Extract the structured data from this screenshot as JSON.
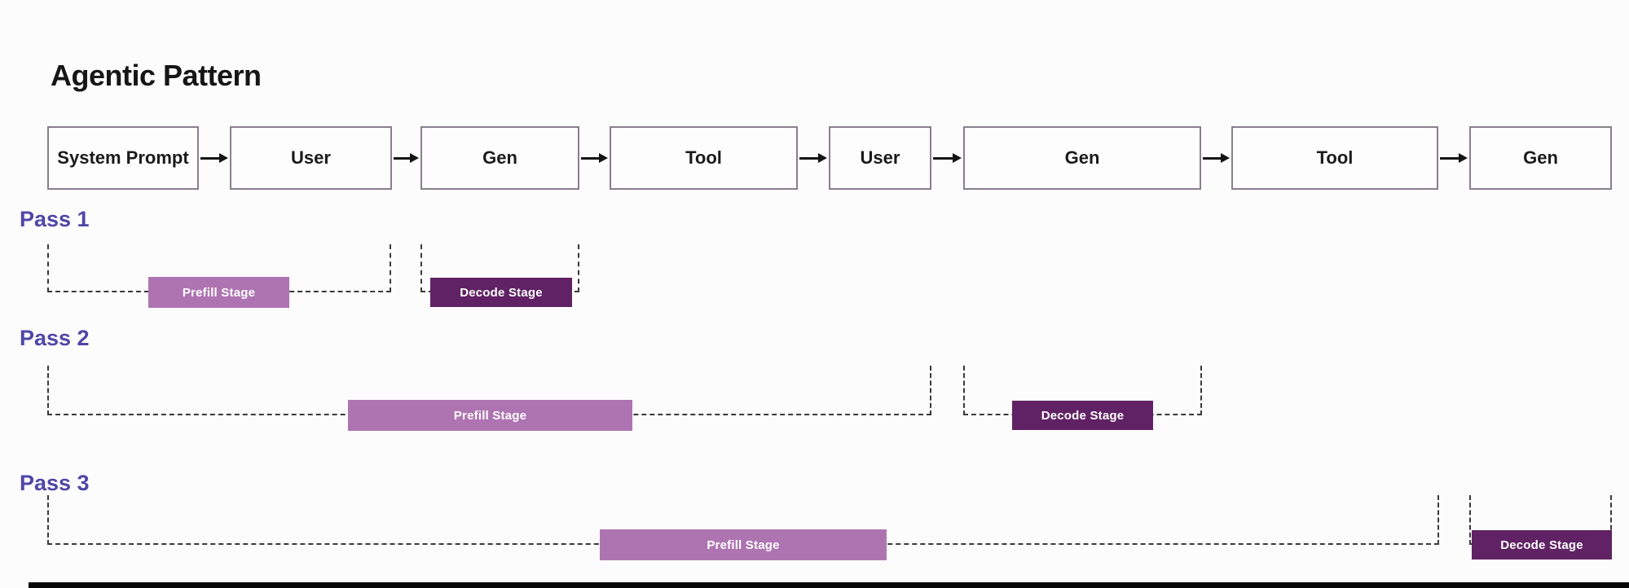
{
  "title": "Agentic Pattern",
  "colors": {
    "prefill_bar": "#AE74B1",
    "decode_bar": "#602264",
    "pass_label": "#4E47A6",
    "node_border": "#8A7E8C",
    "dashed_line": "#3A3A3A",
    "arrow": "#141414",
    "title_text": "#161616",
    "bar_text": "#FFFFFF"
  },
  "flow": {
    "nodes": [
      {
        "label": "System Prompt"
      },
      {
        "label": "User"
      },
      {
        "label": "Gen"
      },
      {
        "label": "Tool"
      },
      {
        "label": "User"
      },
      {
        "label": "Gen"
      },
      {
        "label": "Tool"
      },
      {
        "label": "Gen"
      }
    ]
  },
  "passes": [
    {
      "label": "Pass 1",
      "prefill_label": "Prefill Stage",
      "decode_label": "Decode Stage"
    },
    {
      "label": "Pass 2",
      "prefill_label": "Prefill Stage",
      "decode_label": "Decode Stage"
    },
    {
      "label": "Pass 3",
      "prefill_label": "Prefill Stage",
      "decode_label": "Decode Stage"
    }
  ]
}
